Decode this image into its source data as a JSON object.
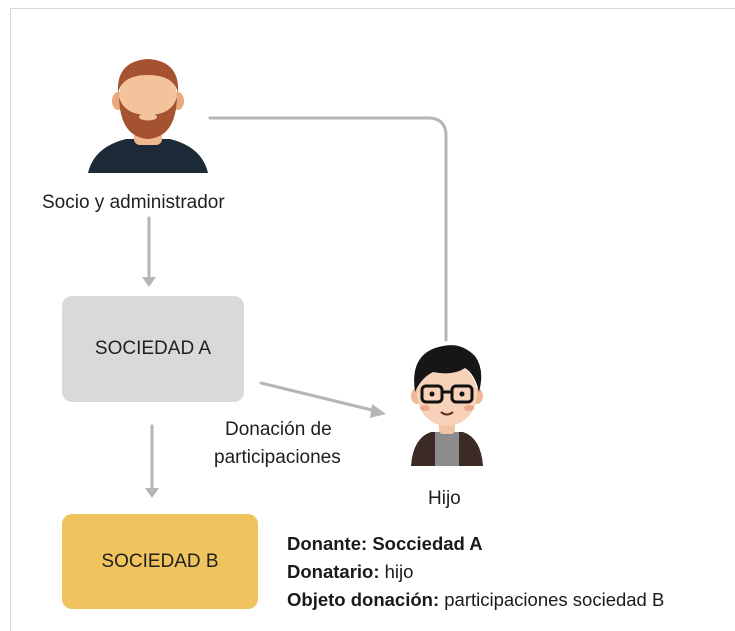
{
  "nodes": {
    "socio_label": "Socio y administrador",
    "sociedad_a": "SOCIEDAD A",
    "sociedad_b": "SOCIEDAD B",
    "hijo_label": "Hijo",
    "donation_label_line1": "Donación de",
    "donation_label_line2": "participaciones"
  },
  "info": {
    "donante_key": "Donante:",
    "donante_value": "Socciedad A",
    "donatario_key": "Donatario:",
    "donatario_value": "hijo",
    "objeto_key": "Objeto donación:",
    "objeto_value": "participaciones sociedad B"
  },
  "colors": {
    "box_a": "#d9d9d9",
    "box_b": "#f1c35e",
    "connector": "#b5b5b5"
  },
  "icons": {
    "socio": "bearded-man-avatar-icon",
    "hijo": "boy-with-glasses-avatar-icon"
  }
}
